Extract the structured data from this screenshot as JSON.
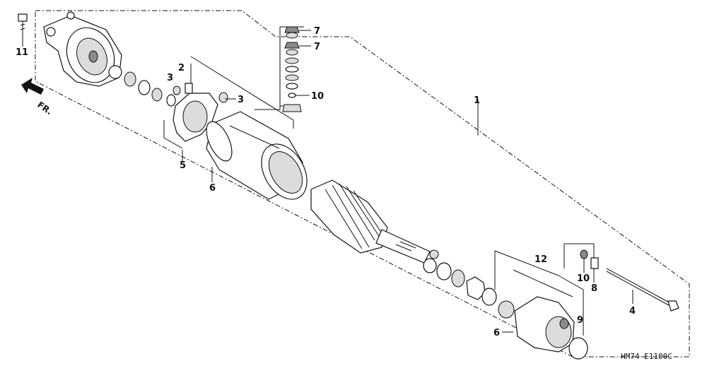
{
  "diagram": {
    "direction_label": "FR.",
    "drawing_code": "HM74-E1100C",
    "callouts": [
      {
        "id": "c1",
        "text": "1"
      },
      {
        "id": "c2",
        "text": "2"
      },
      {
        "id": "c3a",
        "text": "3"
      },
      {
        "id": "c3b",
        "text": "3"
      },
      {
        "id": "c4",
        "text": "4"
      },
      {
        "id": "c5",
        "text": "5"
      },
      {
        "id": "c6a",
        "text": "6"
      },
      {
        "id": "c6b",
        "text": "6"
      },
      {
        "id": "c7a",
        "text": "7"
      },
      {
        "id": "c7b",
        "text": "7"
      },
      {
        "id": "c8",
        "text": "8"
      },
      {
        "id": "c9",
        "text": "9"
      },
      {
        "id": "c10a",
        "text": "10"
      },
      {
        "id": "c10b",
        "text": "10"
      },
      {
        "id": "c11",
        "text": "11"
      },
      {
        "id": "c12",
        "text": "12"
      }
    ]
  }
}
